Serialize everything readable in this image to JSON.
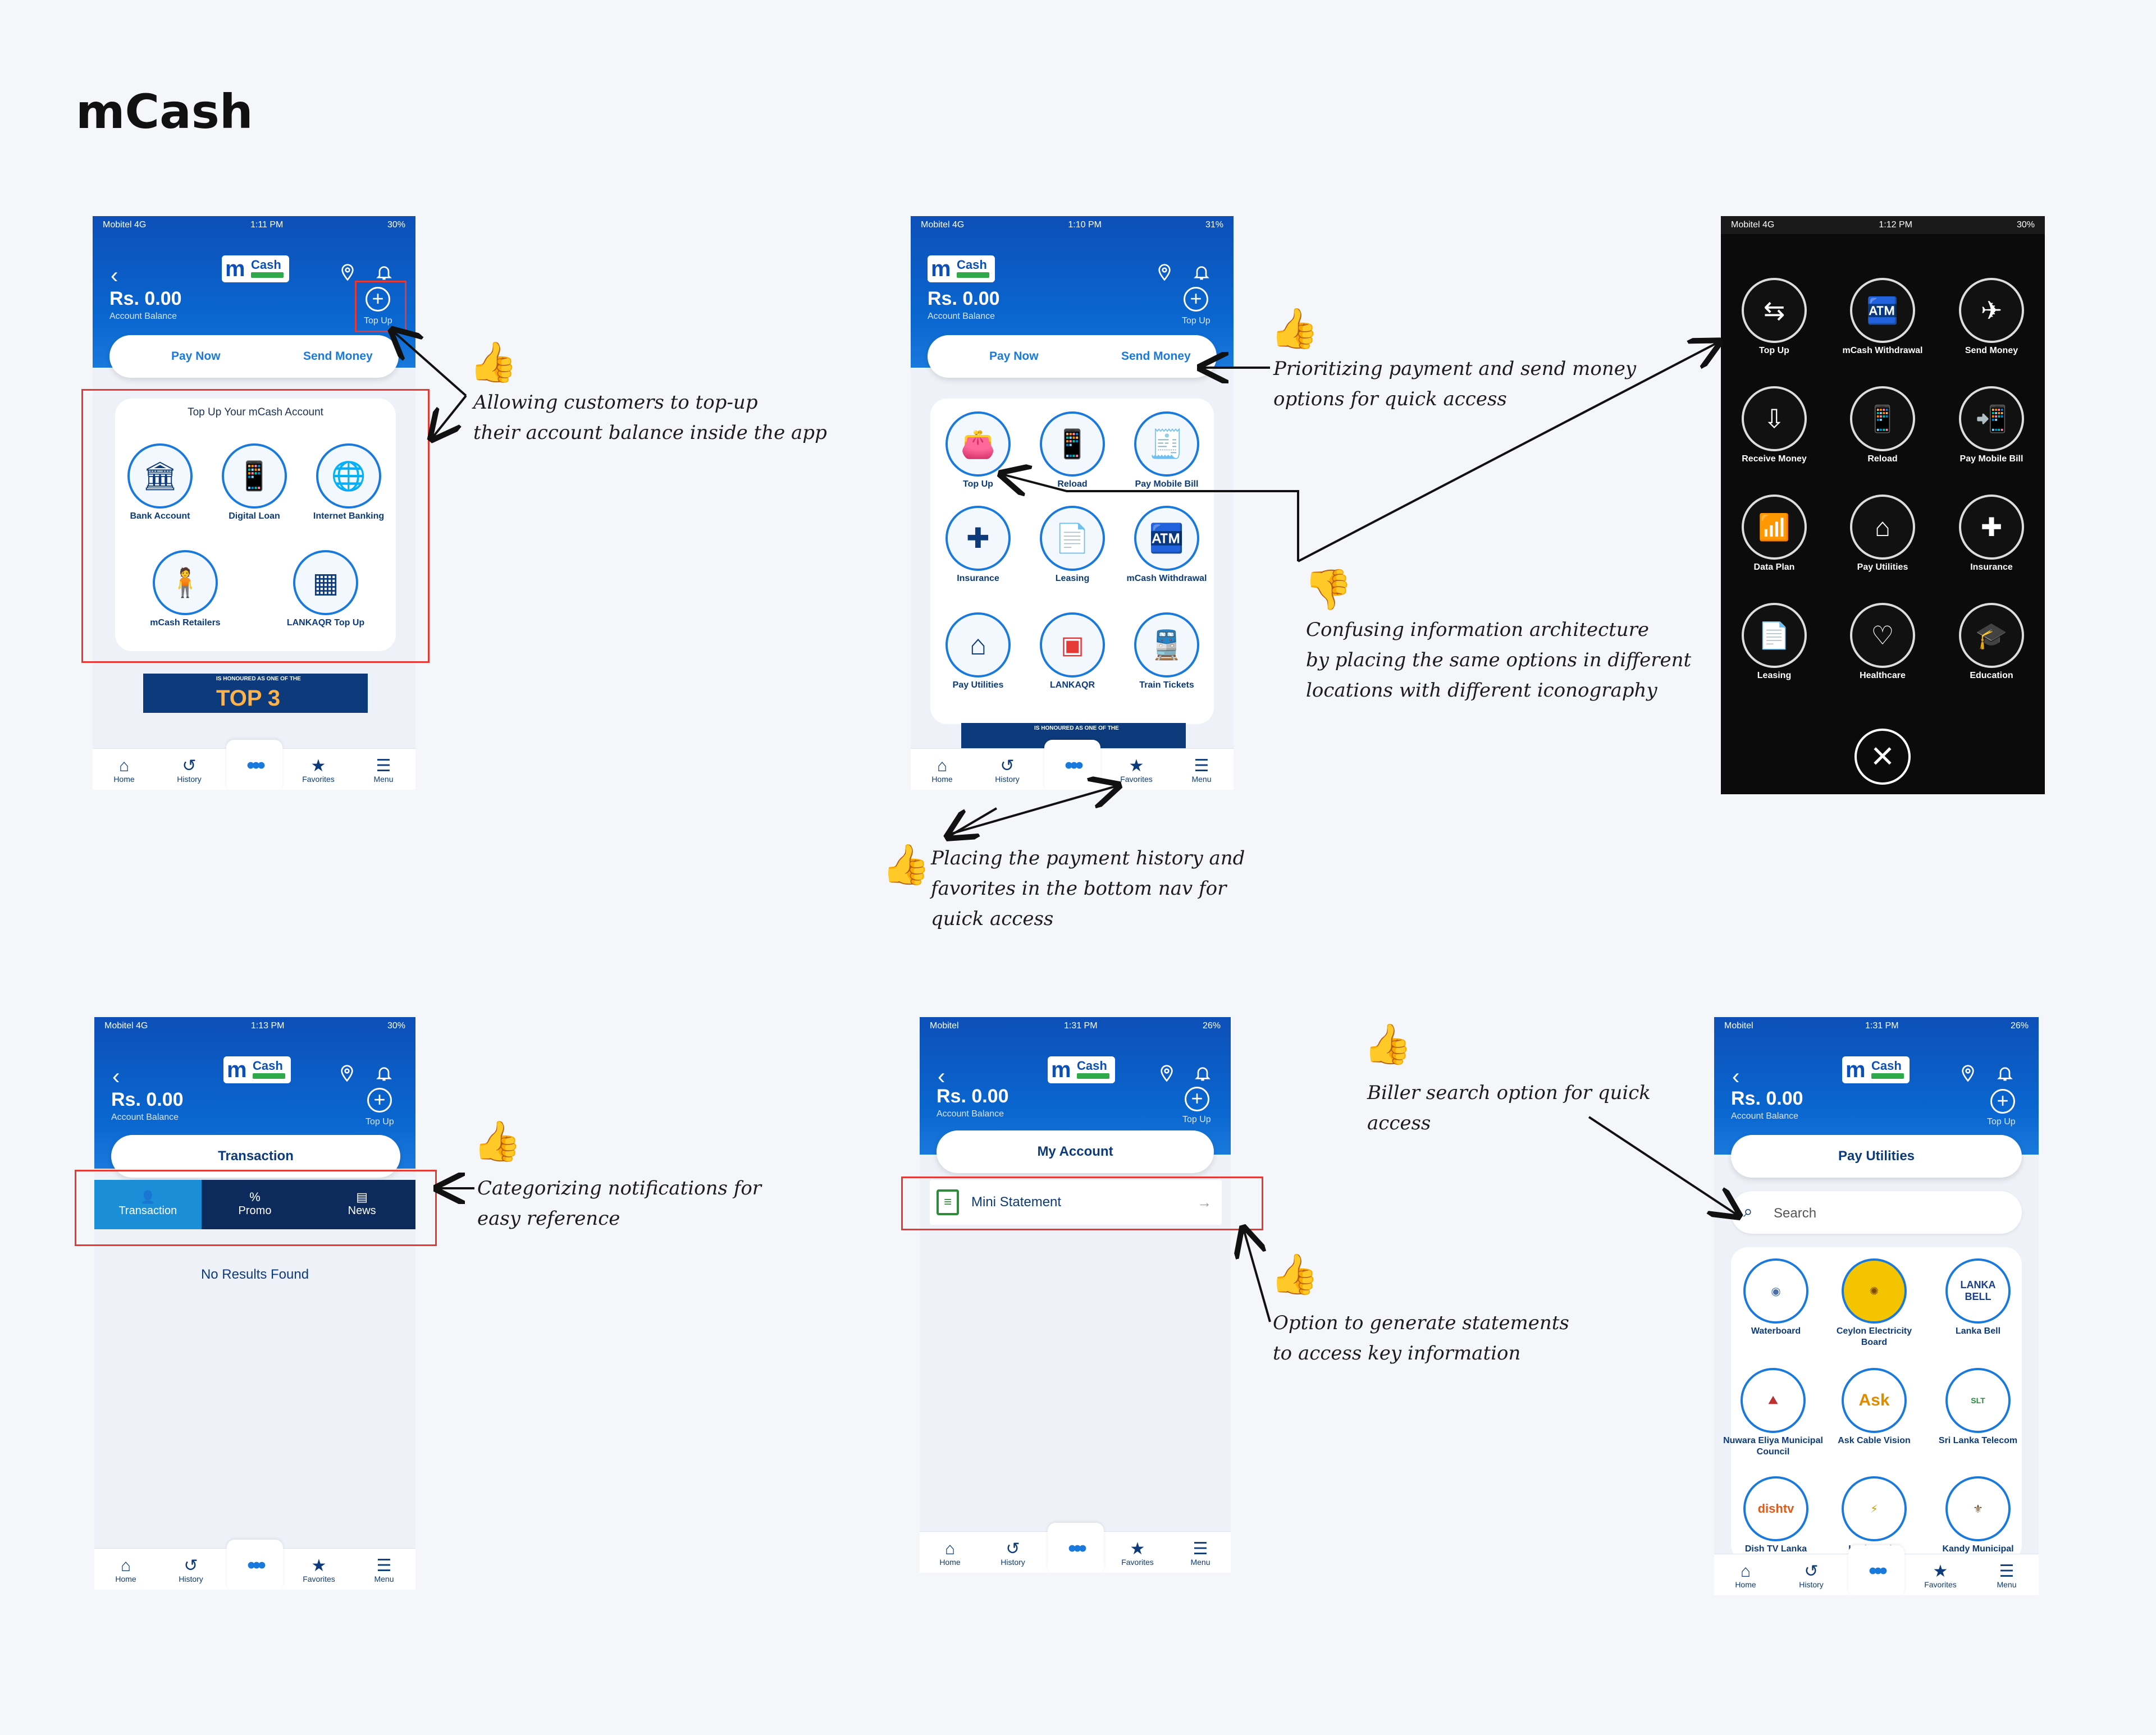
{
  "page_title": "mCash",
  "common": {
    "brand_m": "m",
    "brand_cash": "Cash",
    "balance": "Rs. 0.00",
    "balance_label": "Account Balance",
    "topup_label": "Top Up",
    "pay_now": "Pay Now",
    "send_money": "Send Money",
    "nav": {
      "home": "Home",
      "history": "History",
      "favorites": "Favorites",
      "menu": "Menu"
    }
  },
  "phone1": {
    "status": {
      "carrier": "Mobitel  4G",
      "time": "1:11 PM",
      "battery": "30%"
    },
    "card_title": "Top Up Your mCash Account",
    "options": [
      "Bank Account",
      "Digital Loan",
      "Internet Banking",
      "mCash Retailers",
      "LANKAQR Top Up"
    ],
    "banner_tag": "IS HONOURED AS ONE OF THE",
    "banner_text": "TOP 3"
  },
  "phone2": {
    "status": {
      "carrier": "Mobitel  4G",
      "time": "1:10 PM",
      "battery": "31%"
    },
    "options": [
      "Top Up",
      "Reload",
      "Pay Mobile Bill",
      "Insurance",
      "Leasing",
      "mCash Withdrawal",
      "Pay Utilities",
      "LANKAQR",
      "Train Tickets"
    ],
    "banner_tag": "IS HONOURED AS ONE OF THE"
  },
  "phone3": {
    "status": {
      "carrier": "Mobitel  4G",
      "time": "1:12 PM",
      "battery": "30%"
    },
    "options": [
      "Top Up",
      "mCash Withdrawal",
      "Send Money",
      "Receive Money",
      "Reload",
      "Pay Mobile Bill",
      "Data Plan",
      "Pay Utilities",
      "Insurance",
      "Leasing",
      "Healthcare",
      "Education"
    ]
  },
  "phone4": {
    "status": {
      "carrier": "Mobitel  4G",
      "time": "1:13 PM",
      "battery": "30%"
    },
    "header_pill": "Transaction",
    "tabs": [
      "Transaction",
      "Promo",
      "News"
    ],
    "empty": "No Results Found"
  },
  "phone5": {
    "status": {
      "carrier": "Mobitel",
      "time": "1:31 PM",
      "battery": "26%"
    },
    "header_pill": "My Account",
    "row_label": "Mini Statement"
  },
  "phone6": {
    "status": {
      "carrier": "Mobitel",
      "time": "1:31 PM",
      "battery": "26%"
    },
    "header_pill": "Pay Utilities",
    "search_placeholder": "Search",
    "billers": [
      "Waterboard",
      "Ceylon Electricity Board",
      "Lanka Bell",
      "Nuwara Eliya Municipal Council",
      "Ask Cable Vision",
      "Sri Lanka Telecom",
      "Dish TV Lanka",
      "Lanka ...city",
      "Kandy Municipal"
    ]
  },
  "annotations": {
    "a1": [
      "Allowing customers to top-up",
      "their account balance inside the app"
    ],
    "a2": [
      "Prioritizing payment and send money",
      "options for quick access"
    ],
    "a3": [
      "Confusing information architecture",
      "by placing the same options in different",
      "locations with different iconography"
    ],
    "a4": [
      "Placing the payment history and",
      "favorites in the bottom nav for",
      "quick access"
    ],
    "a5": [
      "Categorizing notifications for",
      "easy reference"
    ],
    "a6": [
      "Biller search option for quick",
      "access"
    ],
    "a7": [
      "Option to generate statements",
      "to access key information"
    ]
  }
}
